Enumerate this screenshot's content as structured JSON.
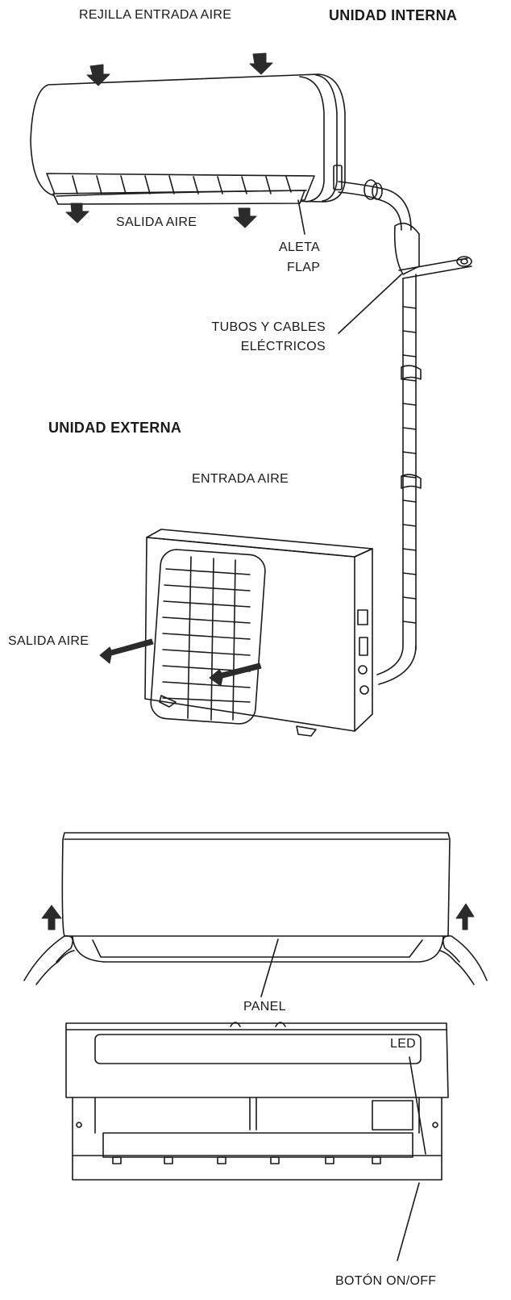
{
  "labels": {
    "rejilla_entrada_aire": "REJILLA ENTRADA AIRE",
    "unidad_interna": "UNIDAD INTERNA",
    "salida_aire_interna": "SALIDA AIRE",
    "aleta": "ALETA",
    "flap": "FLAP",
    "tubos_y_cables": "TUBOS Y CABLES",
    "electricos": "ELÉCTRICOS",
    "unidad_externa": "UNIDAD EXTERNA",
    "entrada_aire": "ENTRADA AIRE",
    "salida_aire_externa": "SALIDA AIRE",
    "panel": "PANEL",
    "led": "LED",
    "boton_on_off": "BOTÓN ON/OFF"
  },
  "colors": {
    "line": "#1a1a1a",
    "arrow_fill": "#2b2b2b",
    "background": "#ffffff"
  }
}
